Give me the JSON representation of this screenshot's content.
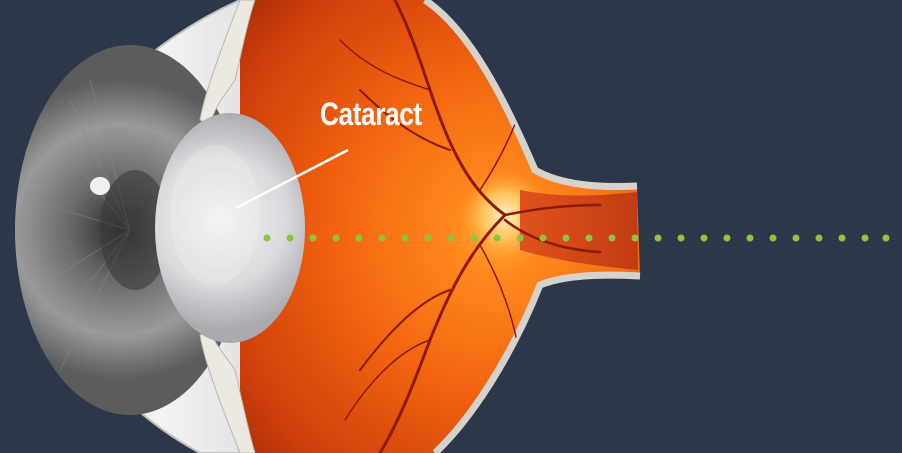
{
  "diagram": {
    "label": "Cataract",
    "colors": {
      "background": "#2d374a",
      "retina": "#e8520d",
      "lens": "#d9d9dc",
      "light_path": "#8cc63f",
      "pointer": "#ffffff"
    },
    "icons": [
      "eye-cross-section-illustration",
      "light-ray-dots"
    ]
  }
}
